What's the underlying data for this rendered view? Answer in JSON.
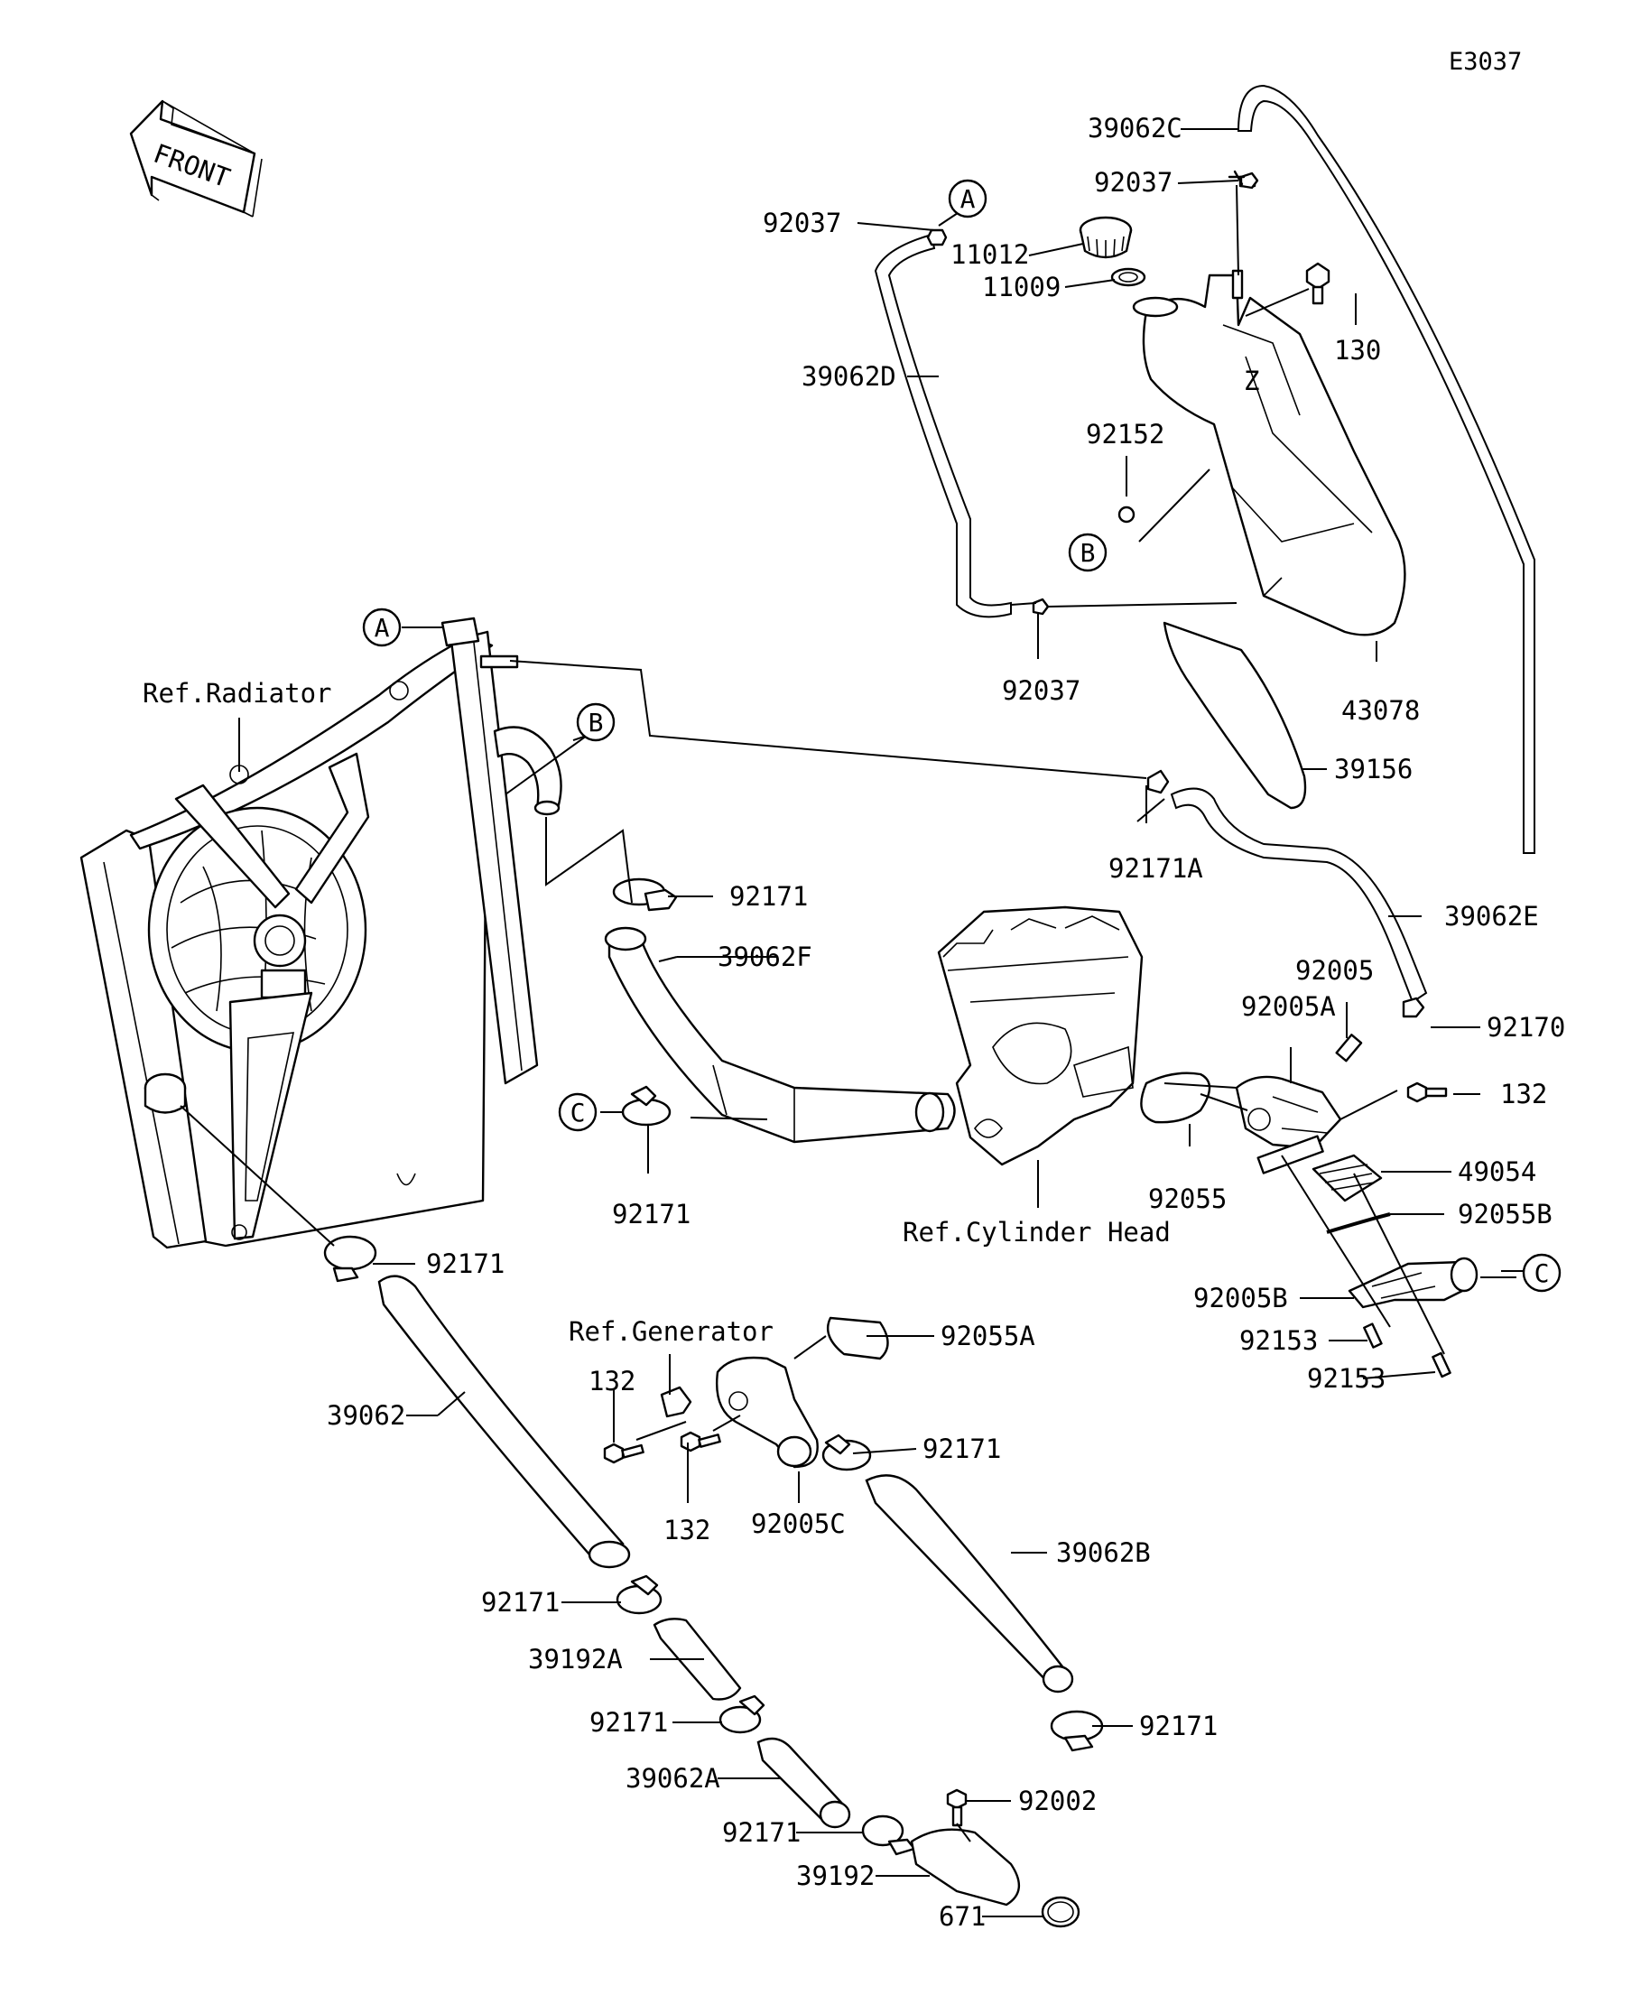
{
  "diagram": {
    "code": "E3037",
    "front_label": "FRONT",
    "references": {
      "radiator": "Ref.Radiator",
      "cylinder_head": "Ref.Cylinder Head",
      "generator": "Ref.Generator"
    },
    "callouts": [
      "A",
      "B",
      "C"
    ],
    "parts": [
      "39062C",
      "92037",
      "92037",
      "11012",
      "11009",
      "130",
      "39062D",
      "92152",
      "92037",
      "43078",
      "39156",
      "92171A",
      "39062E",
      "92171",
      "39062F",
      "92005",
      "92005A",
      "92170",
      "132",
      "49054",
      "92055",
      "92055B",
      "92171",
      "92005B",
      "92153",
      "92153",
      "92171",
      "92055A",
      "132",
      "92171",
      "39062",
      "132",
      "92005C",
      "39062B",
      "92171",
      "39192A",
      "92171",
      "92171",
      "39062A",
      "92002",
      "92171",
      "39192",
      "671"
    ]
  }
}
